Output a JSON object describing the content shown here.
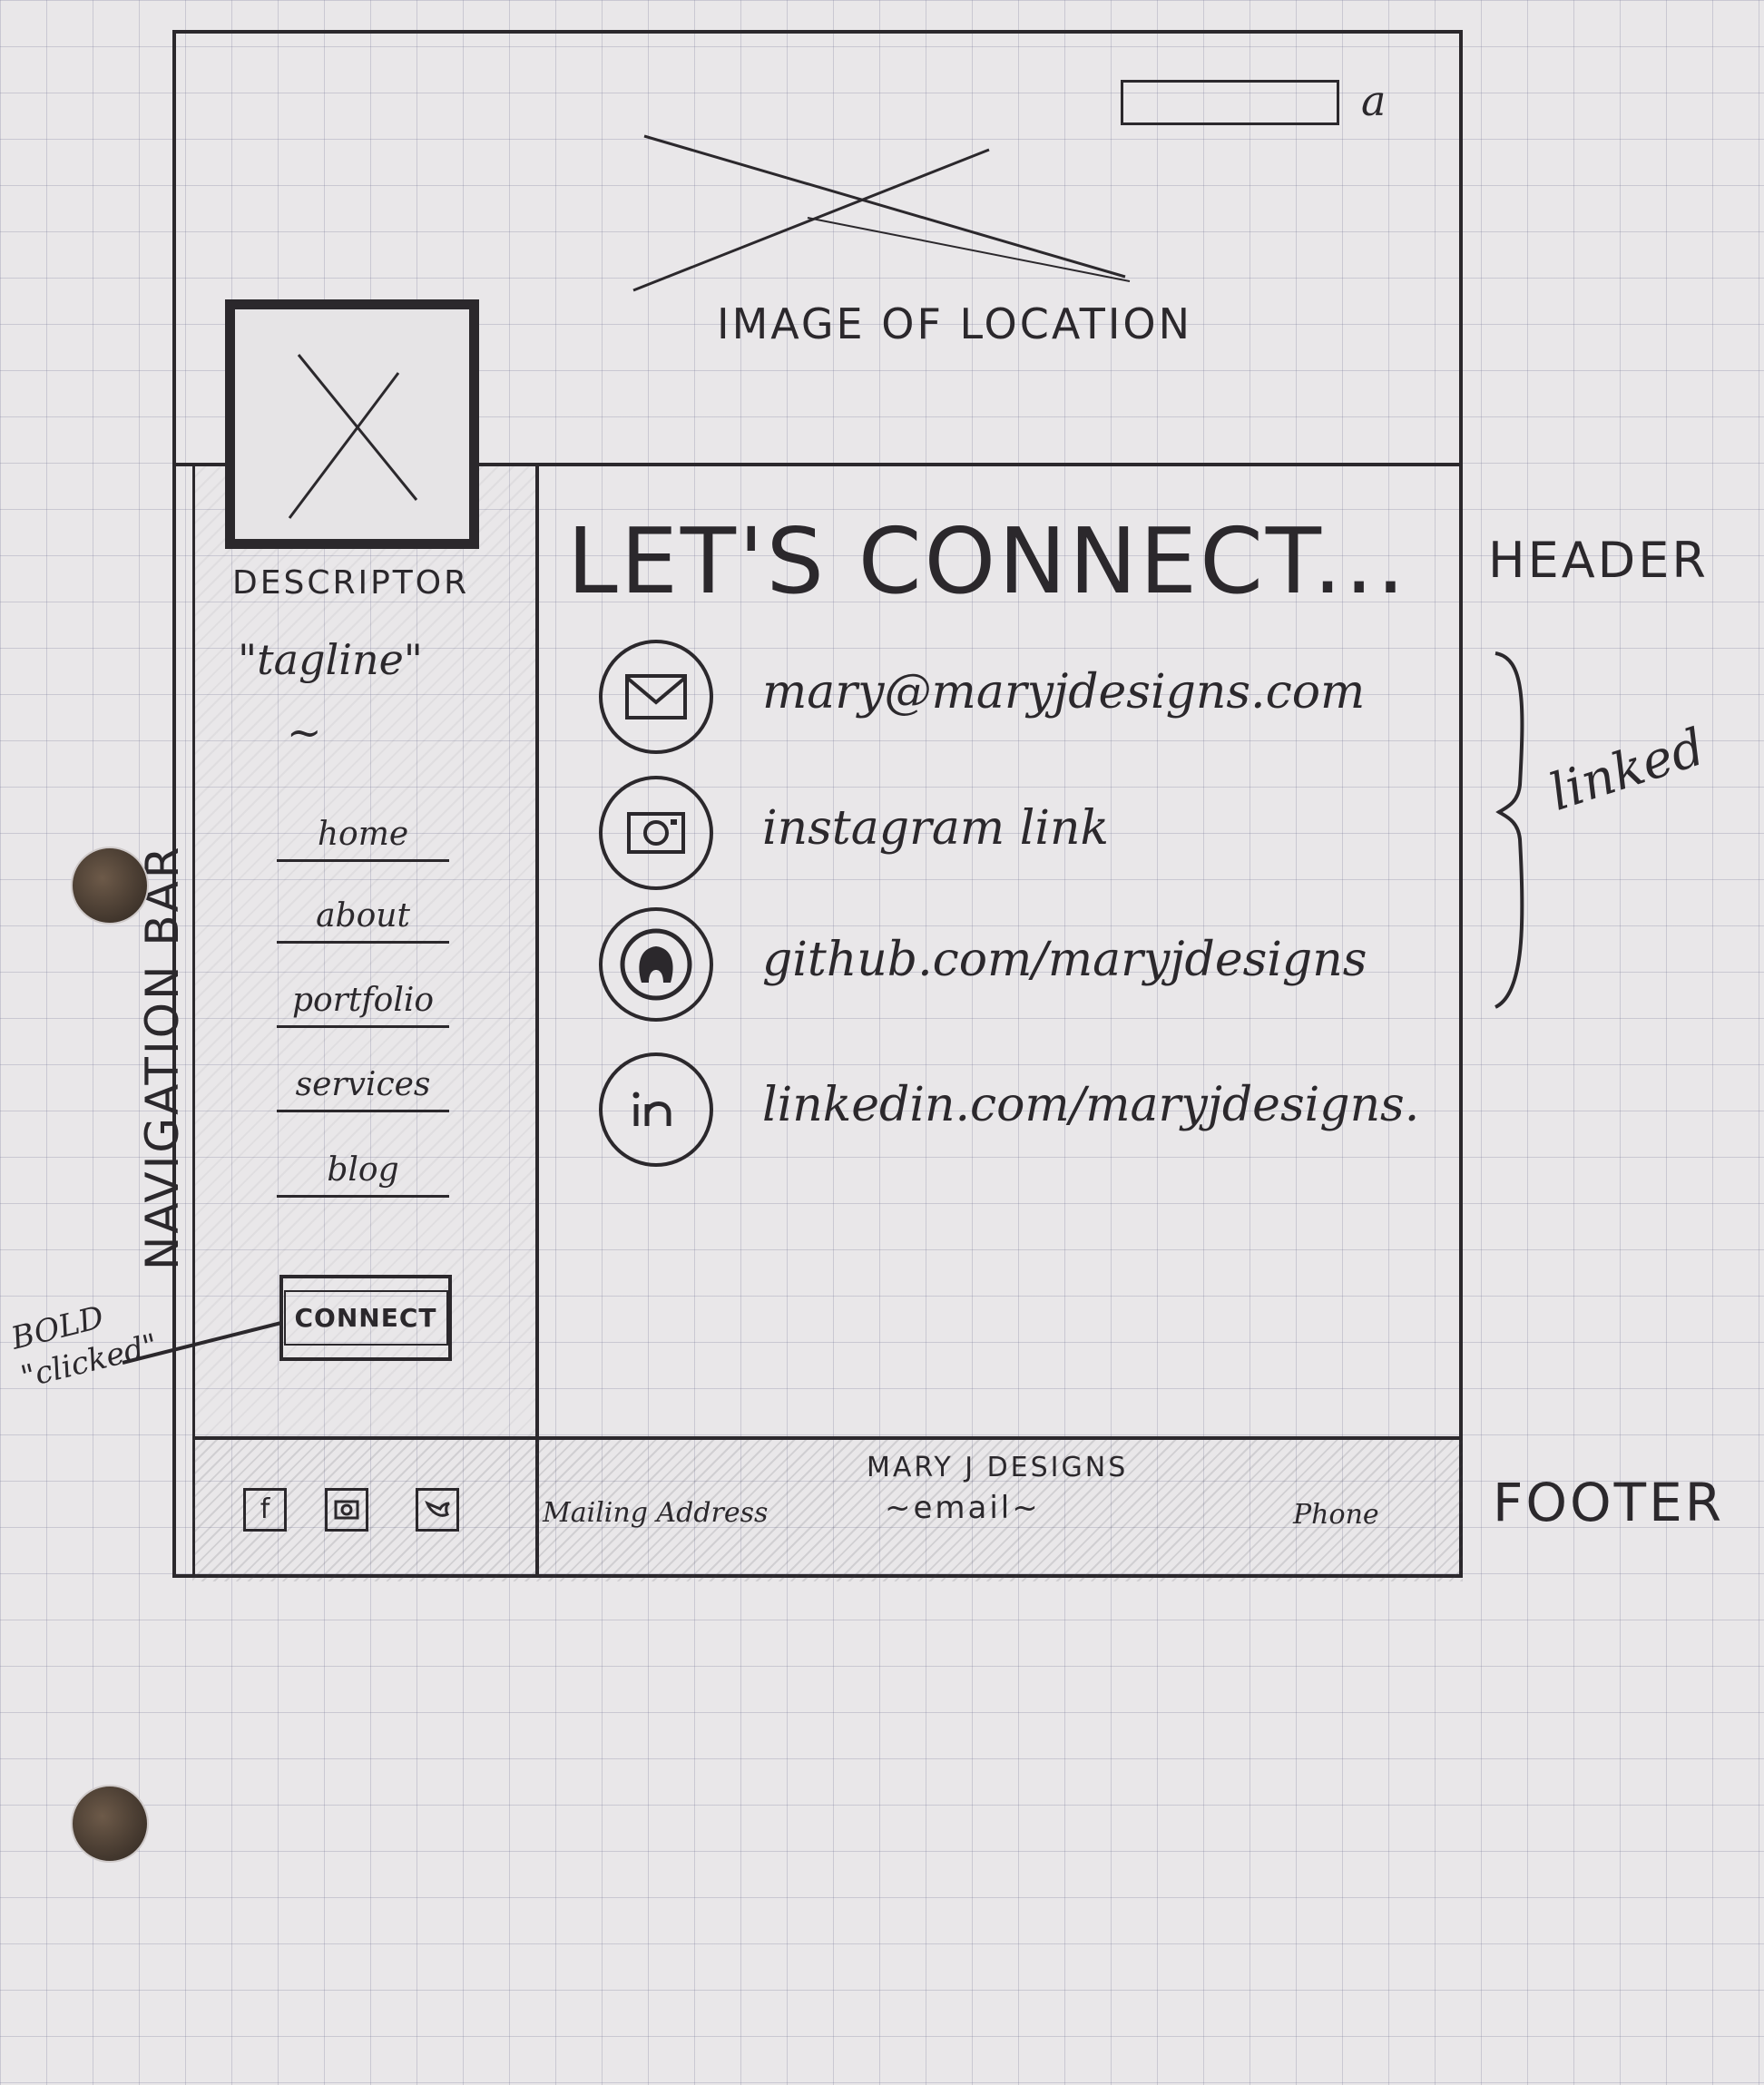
{
  "header": {
    "search_icon": "a",
    "hero_label": "IMAGE OF LOCATION"
  },
  "sidebar": {
    "descriptor": "DESCRIPTOR",
    "tagline": "\"tagline\"",
    "squiggle": "~",
    "nav": [
      "home",
      "about",
      "portfolio",
      "services",
      "blog"
    ],
    "connect_button": "CONNECT"
  },
  "main": {
    "heading": "LET'S CONNECT...",
    "contacts": [
      {
        "icon": "envelope-icon",
        "text": "mary@maryjdesigns.com"
      },
      {
        "icon": "instagram-icon",
        "text": "instagram link"
      },
      {
        "icon": "github-icon",
        "text": "github.com/maryjdesigns"
      },
      {
        "icon": "linkedin-icon",
        "text": "linkedin.com/maryjdesigns."
      }
    ]
  },
  "footer": {
    "social_icons": [
      "facebook-icon",
      "instagram-icon",
      "twitter-icon"
    ],
    "mailing_address": "Mailing Address",
    "brand": "MARY J DESIGNS",
    "email": "~email~",
    "phone": "Phone"
  },
  "annotations": {
    "header": "HEADER",
    "linked": "linked",
    "footer": "FOOTER",
    "nav_bar": "NAVIGATION BAR",
    "bold_line1": "BOLD",
    "bold_line2": "\"clicked\""
  }
}
